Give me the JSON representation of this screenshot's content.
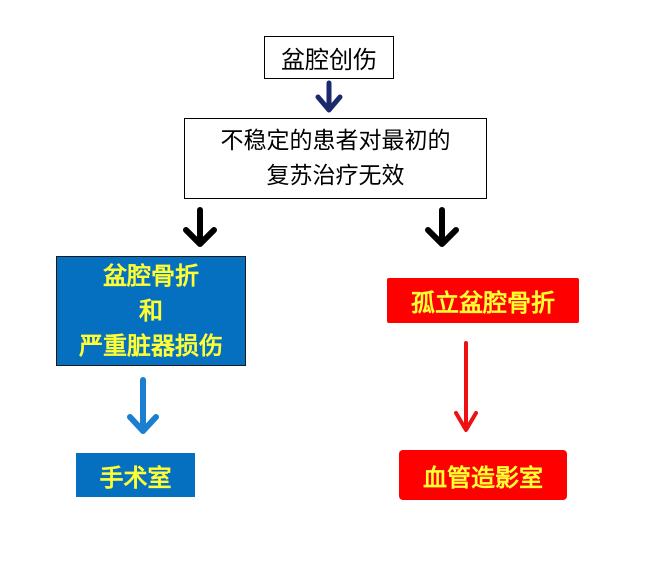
{
  "nodes": {
    "trauma": "盆腔创伤",
    "unstable_line1": "不稳定的患者对最初的",
    "unstable_line2": "复苏治疗无效",
    "fracture_organ_line1": "盆腔骨折",
    "fracture_organ_line2": "和",
    "fracture_organ_line3": "严重脏器损伤",
    "isolated_fracture": "孤立盆腔骨折",
    "operating_room": "手术室",
    "angiography_room": "血管造影室"
  },
  "colors": {
    "blue_box": "#0570c0",
    "red_box": "#ff0000",
    "box_text_highlight": "#ffff33",
    "arrow_navy": "#1a2a6c",
    "arrow_black": "#000000",
    "arrow_blue": "#1a7fd0",
    "arrow_red": "#ee1111"
  }
}
